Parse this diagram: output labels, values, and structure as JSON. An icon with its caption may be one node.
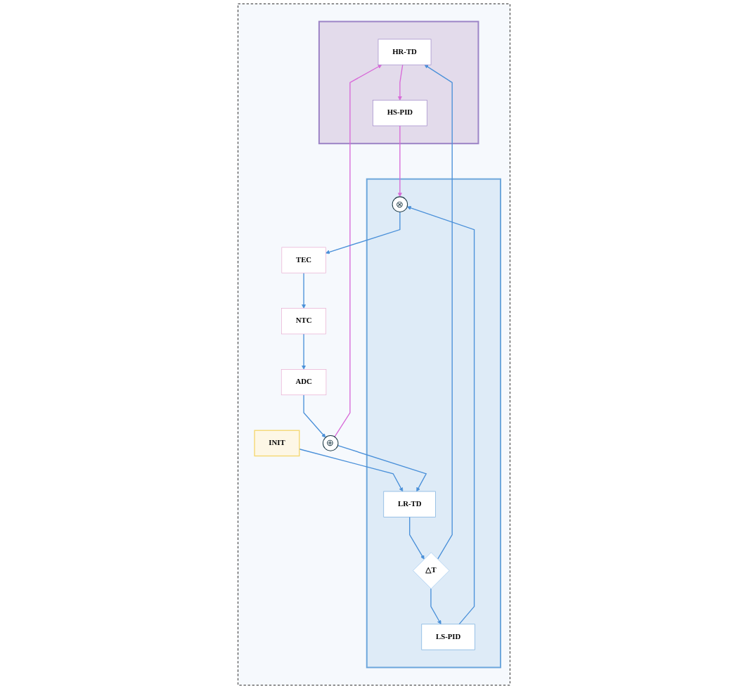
{
  "diagram": {
    "nodes": [
      {
        "text": [],
        "shape": "box"
      },
      {
        "text": [
          "INIT"
        ],
        "in": 0
      },
      {
        "text": [],
        "shape": "box",
        "in": 0
      },
      {
        "text": [
          "LR-TD"
        ],
        "in": 2
      },
      {
        "text": [
          "△T"
        ],
        "in": 2
      },
      {
        "text": [
          "LS-PID"
        ],
        "in": 2
      },
      {
        "text": [
          "⊗"
        ],
        "in": 2
      },
      {
        "text": [
          "⊕"
        ],
        "in": 0
      },
      {
        "text": [],
        "shape": "box",
        "in": 0
      },
      {
        "text": [
          "HR-TD"
        ],
        "in": 8
      },
      {
        "text": [
          "HS-PID"
        ],
        "in": 8
      },
      {
        "text": [
          "ADC"
        ],
        "in": 0
      },
      {
        "text": [
          "TEC"
        ],
        "in": 0
      },
      {
        "text": [
          "NTC"
        ],
        "in": 0
      }
    ],
    "edges": [
      {
        "from": 1,
        "to": 3,
        "arrow": "to"
      },
      {
        "from": 3,
        "to": 4,
        "arrow": "to"
      },
      {
        "from": 4,
        "to": 5,
        "arrow": "to"
      },
      {
        "from": 5,
        "to": 6,
        "arrow": "to"
      },
      {
        "from": 4,
        "to": 9,
        "arrow": "to"
      },
      {
        "from": 7,
        "to": 3,
        "arrow": "to"
      },
      {
        "from": 7,
        "to": 9,
        "arrow": "to",
        "color": "#d86ad8"
      },
      {
        "from": 9,
        "to": 10,
        "arrow": "to",
        "color": "#d86ad8"
      },
      {
        "from": 10,
        "to": 6,
        "arrow": "to",
        "color": "#d86ad8"
      },
      {
        "from": 6,
        "to": 12,
        "arrow": "to"
      },
      {
        "from": 12,
        "to": 13,
        "arrow": "to"
      },
      {
        "from": 13,
        "to": 11,
        "arrow": "to"
      },
      {
        "from": 11,
        "to": 7,
        "arrow": "to"
      }
    ]
  }
}
